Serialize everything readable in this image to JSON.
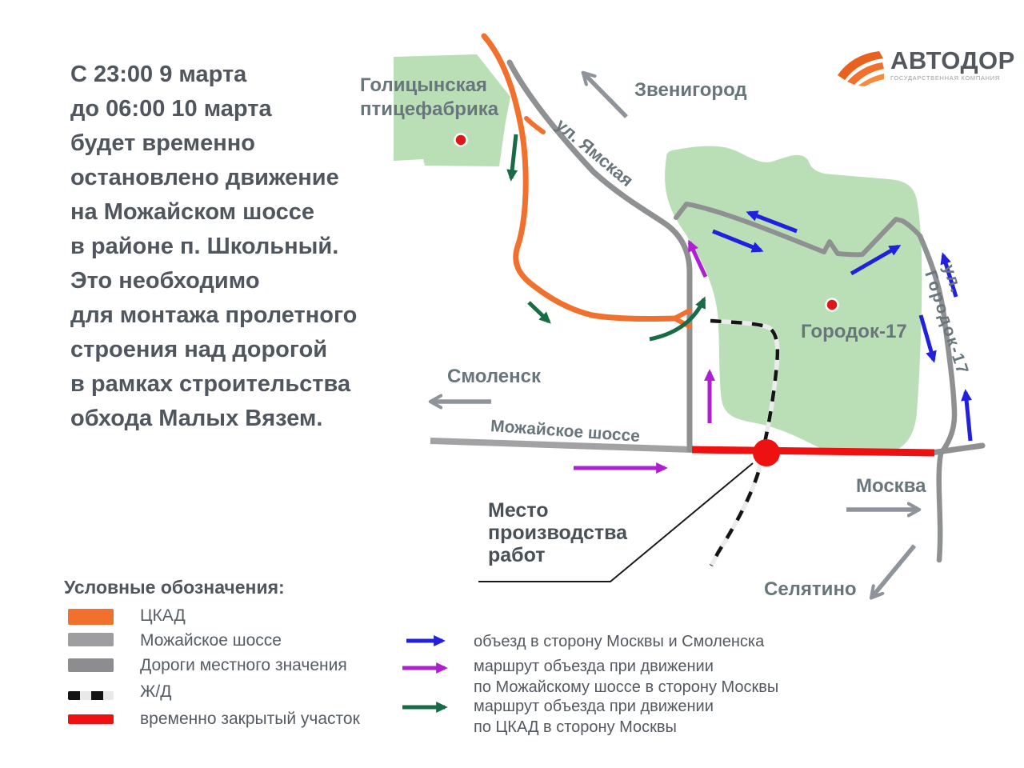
{
  "info_text": "С 23:00 9 марта\nдо 06:00 10 марта\nбудет временно\nостановлено движение\nна Можайском шоссе\nв районе п. Школьный.\nЭто необходимо\nдля монтажа пролетного\nстроения над дорогой\nв рамках строительства\nобхода Малых Вязем.",
  "logo": {
    "title": "АВТОДОР",
    "subtitle": "ГОСУДАРСТВЕННАЯ КОМПАНИЯ"
  },
  "map": {
    "areas": {
      "poultry_farm": {
        "label": "Голицынская\nптицефабрика"
      },
      "gorodok": {
        "label": "Городок-17"
      }
    },
    "roads": {
      "yamskaya": "ул. Ямская",
      "mozhayskoye": "Можайское шоссе",
      "gorodok_street": "ул. Городок-17"
    },
    "destinations": {
      "zvenigorod": "Звенигород",
      "smolensk": "Смоленск",
      "moscow": "Москва",
      "selyatino": "Селятино"
    },
    "work_site_label": "Место\nпроизводства\nработ"
  },
  "legend": {
    "title": "Условные обозначения:",
    "line_items": [
      {
        "id": "ckad",
        "label": "ЦКАД",
        "color": "#f2702d"
      },
      {
        "id": "mozhayskoye",
        "label": "Можайское шоссе",
        "color": "#9e9ea0"
      },
      {
        "id": "local_roads",
        "label": "Дороги местного значения",
        "color": "#8d8d8f"
      },
      {
        "id": "railway",
        "label": "Ж/Д"
      },
      {
        "id": "closed_section",
        "label": "временно закрытый участок",
        "color": "#ee1111"
      }
    ],
    "arrow_items": [
      {
        "id": "detour_both",
        "label": "объезд в сторону Москвы и Смоленска",
        "color": "#2020dd"
      },
      {
        "id": "detour_mozhaisk",
        "label": "маршрут объезда при движении\nпо Можайскому шоссе в сторону Москвы",
        "color": "#ae20cf"
      },
      {
        "id": "detour_ckad",
        "label": "маршрут объезда при движении\nпо ЦКАД в сторону Москвы",
        "color": "#176b45"
      }
    ]
  }
}
